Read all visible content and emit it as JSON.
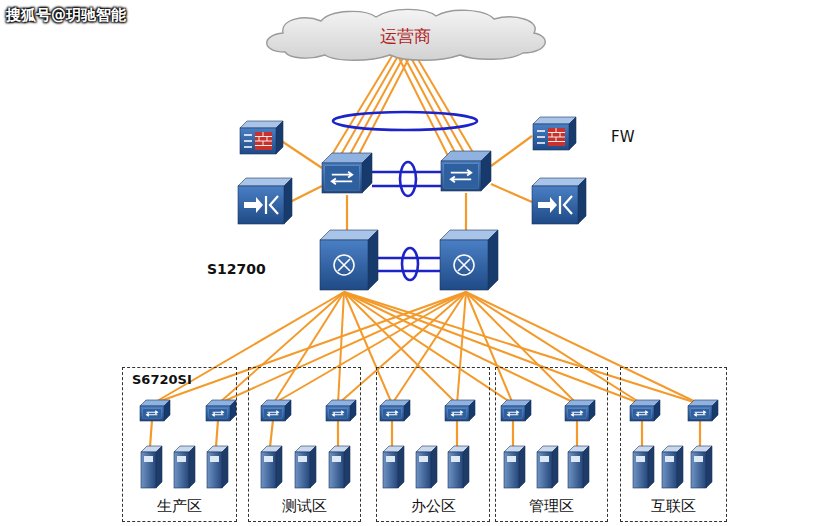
{
  "diagram": {
    "nodes": [
      {
        "text": [
          "运营商"
        ]
      },
      {
        "text": [
          "生产区"
        ]
      },
      {
        "text": [
          "测试区"
        ]
      },
      {
        "text": [
          "办公区"
        ]
      },
      {
        "text": [
          "管理区"
        ]
      },
      {
        "text": [
          "互联区"
        ]
      }
    ],
    "labels": [
      "搜狐号@玥驰智能",
      "FW",
      "S12700",
      "S6720SI"
    ]
  }
}
